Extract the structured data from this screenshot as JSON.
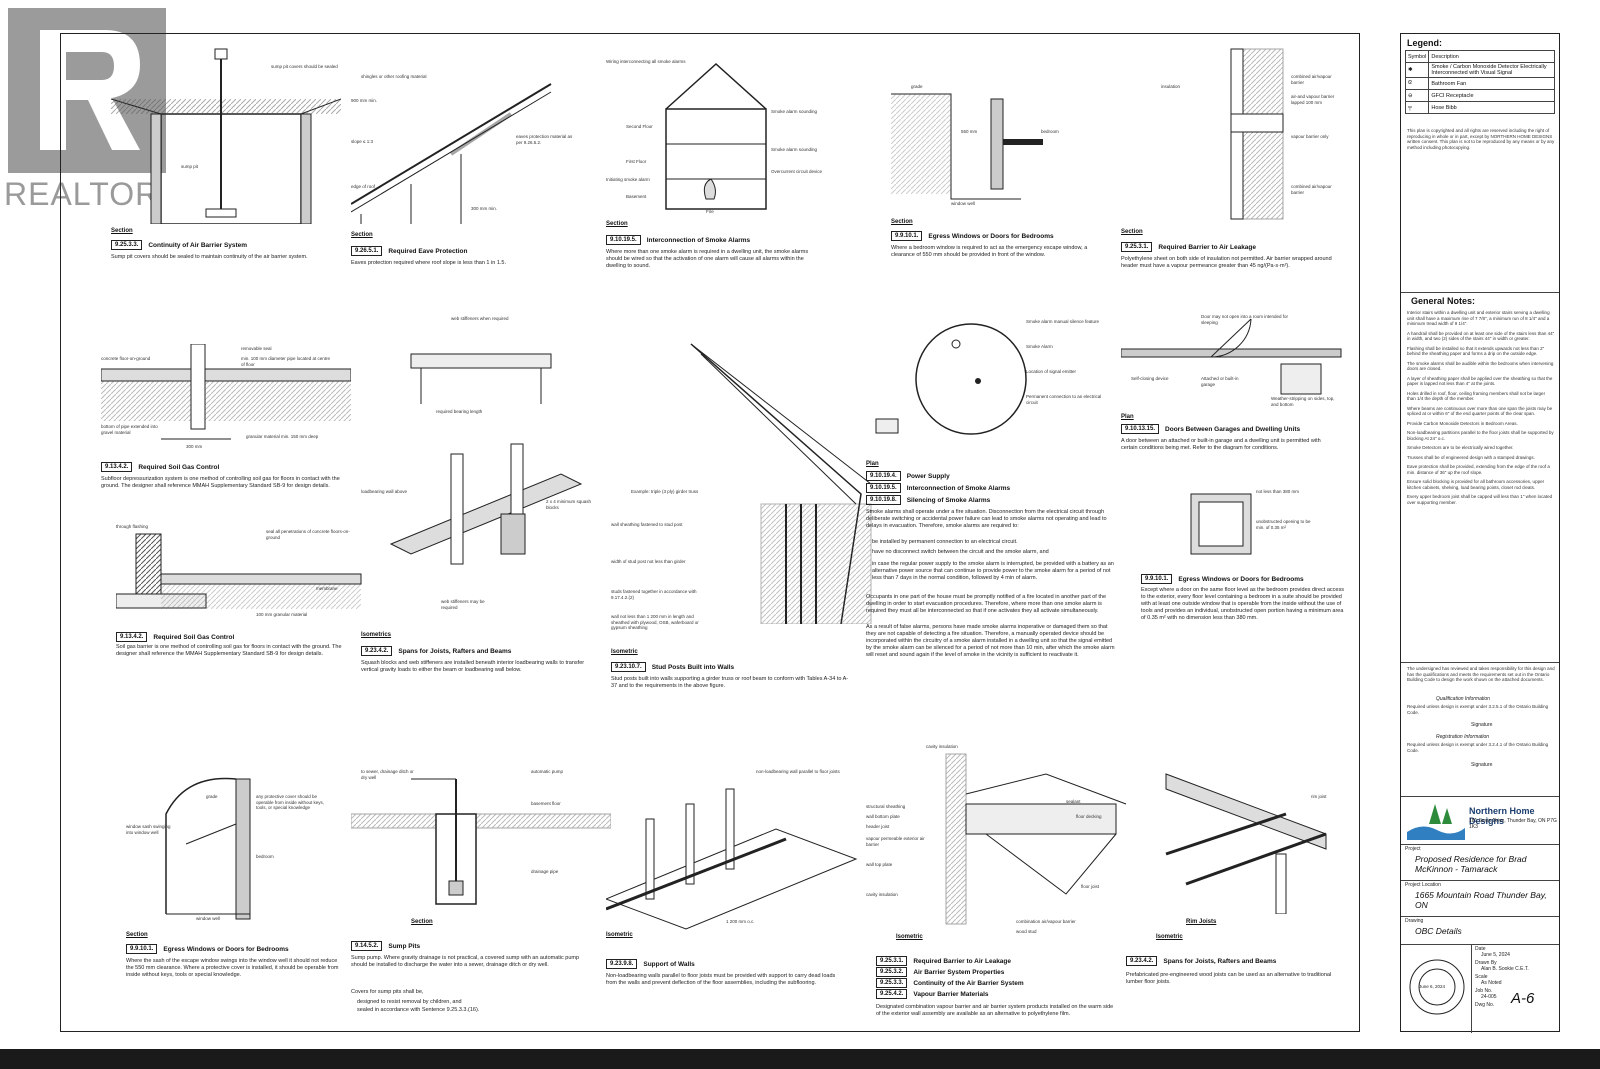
{
  "watermark": {
    "brand": "REALTOR"
  },
  "panels": [
    {
      "id": "p1",
      "section_label": "Section",
      "code": "9.25.3.3.",
      "title": "Continuity of Air Barrier System",
      "desc": "Sump pit covers should be sealed to maintain continuity of the air barrier system.",
      "labels": [
        "sump pit covers should be sealed",
        "sump pit"
      ]
    },
    {
      "id": "p2",
      "section_label": "Section",
      "code": "9.26.5.1.",
      "title": "Required Eave Protection",
      "desc": "Eaves protection required where roof slope is less than 1 in 1.5.",
      "labels": [
        "shingles or other roofing material",
        "900 mm min.",
        "slope ≤ 1:3",
        "eaves protection material as per 9.26.5.2.",
        "edge of roof",
        "300 mm min."
      ]
    },
    {
      "id": "p3",
      "section_label": "Section",
      "code": "9.10.19.5.",
      "title": "Interconnection of Smoke Alarms",
      "desc": "Where more than one smoke alarm is required in a dwelling unit, the smoke alarms should be wired so that the activation of one alarm will cause all alarms within the dwelling to sound.",
      "labels": [
        "Wiring interconnecting all smoke alarms",
        "Smoke alarm sounding",
        "Second Floor",
        "Smoke alarm sounding",
        "First Floor",
        "Basement",
        "Initiating smoke alarm",
        "Overcurrent circuit device",
        "Fire"
      ]
    },
    {
      "id": "p4",
      "section_label": "Section",
      "code": "9.9.10.1.",
      "title": "Egress Windows or Doors for Bedrooms",
      "desc": "Where a bedroom window is required to act as the emergency escape window, a clearance of 550 mm should be provided in front of the window.",
      "labels": [
        "grade",
        "550 mm",
        "bedroom",
        "window well"
      ]
    },
    {
      "id": "p5",
      "section_label": "Section",
      "code": "9.25.3.1.",
      "title": "Required Barrier to Air Leakage",
      "desc": "Polyethylene sheet on both side of insulation not permitted. Air barrier wrapped around header must have a vapour permeance greater than 45 ng/(Pa·s·m²).",
      "labels": [
        "insulation",
        "combined air/vapour barrier",
        "air-and vapour barrier lapped 100 mm",
        "vapour barrier only",
        "combined air/vapour barrier"
      ]
    },
    {
      "id": "p6",
      "section_label": "",
      "code": "9.13.4.2.",
      "title": "Required Soil Gas Control",
      "desc": "Subfloor depressurization system is one method of controlling soil gas for floors in contact with the ground. The designer shall reference MMAH Supplementary Standard SB-9 for design details.",
      "labels": [
        "concrete floor-on-ground",
        "removable seal",
        "min. 100 mm diameter pipe located at centre of floor",
        "300 mm",
        "bottom of pipe extended into gravel material",
        "granular material min. 150 mm deep"
      ]
    },
    {
      "id": "p7",
      "section_label": "",
      "code": "9.13.4.2.",
      "title": "Required Soil Gas Control",
      "desc": "Soil gas barrier is one method of controlling soil gas for floors in contact with the ground. The designer shall reference the MMAH Supplementary Standard SB-9 for design details.",
      "labels": [
        "through flashing",
        "seal all penetrations of concrete floors-on-ground",
        "membrane",
        "100 mm granular material"
      ]
    },
    {
      "id": "p8",
      "section_label": "Isometrics",
      "code": "9.23.4.2.",
      "title": "Spans for Joists, Rafters and Beams",
      "desc": "Squash blocks and web stiffeners are installed beneath interior loadbearing walls to transfer vertical gravity loads to either the beam or loadbearing wall below.",
      "labels": [
        "web stiffeners when required",
        "required bearing length",
        "loadbearing wall above",
        "2 x 4 minimum squash blocks",
        "web stiffeners may be required"
      ]
    },
    {
      "id": "p9",
      "section_label": "Isometric",
      "code": "9.23.10.7.",
      "title": "Stud Posts Built into Walls",
      "desc": "Stud posts built into walls supporting a girder truss or roof beam to conform with Tables A-34 to A-37 and to the requirements in the above figure.",
      "labels": [
        "Example: triple (3 ply) girder truss",
        "wall sheathing fastened to stud post",
        "width of stud post not less than girder",
        "studs fastened together in accordance with 9.17.4.2.(2)",
        "wall not less than 1 200 mm in length and sheathed with plywood, OSB, waferboard or gypsum sheathing"
      ]
    },
    {
      "id": "p10",
      "section_label": "Plan",
      "code": "9.10.19.4.",
      "title": "Power Supply",
      "title2_code": "9.10.19.5.",
      "title2": "Interconnection of Smoke Alarms",
      "title3_code": "9.10.19.8.",
      "title3": "Silencing of Smoke Alarms",
      "desc": "Smoke alarms shall operate under a fire situation. Disconnection from the electrical circuit through deliberate switching or accidental power failure can lead to smoke alarms not operating and lead to delays in evacuation. Therefore, smoke alarms are required to:",
      "bullets": [
        "be installed by permanent connection to an electrical circuit.",
        "have no disconnect switch between the circuit and the smoke alarm, and",
        "in case the regular power supply to the smoke alarm is interrupted, be provided with a battery as an alternative power source that can continue to provide power to the smoke alarm for a period of not less than 7 days in the normal condition, followed by 4 min of alarm."
      ],
      "desc2": "Occupants in one part of the house must be promptly notified of a fire located in another part of the dwelling in order to start evacuation procedures. Therefore, where more than one smoke alarm is required they must all be interconnected so that if one activates they all activate simultaneously.",
      "desc3": "As a result of false alarms, persons have made smoke alarms inoperative or damaged them so that they are not capable of detecting a fire situation. Therefore, a manually operated device should be incorporated within the circuitry of a smoke alarm installed in a dwelling unit so that the signal emitted by the smoke alarm can be silenced for a period of not more than 10 min, after which the smoke alarm will reset and sound again if the level of smoke in the vicinity is sufficient to reactivate it.",
      "labels": [
        "Smoke alarm manual silence feature",
        "Smoke Alarm",
        "Location of signal emitter",
        "Permanent connection to an electrical circuit"
      ]
    },
    {
      "id": "p11",
      "section_label": "Plan",
      "code": "9.10.13.15.",
      "title": "Doors Between Garages and Dwelling Units",
      "desc": "A door between an attached or built-in garage and a dwelling unit is permitted with certain conditions being met. Refer to the diagram for conditions.",
      "labels": [
        "Door may not open into a room intended for sleeping",
        "Self-closing device",
        "Attached or built-in garage",
        "Weather-stripping on sides, top, and bottom"
      ]
    },
    {
      "id": "p12",
      "section_label": "",
      "code": "9.9.10.1.",
      "title": "Egress Windows or Doors for Bedrooms",
      "desc": "Except where a door on the same floor level as the bedroom provides direct access to the exterior, every floor level containing a bedroom in a suite should be provided with at least one outside window that is operable from the inside without the use of tools and provides an individual, unobstructed open portion having a minimum area of 0.35 m² with no dimension less than 380 mm.",
      "labels": [
        "not less than 380 mm",
        "unobstructed opening to be min. of 0.35 m²"
      ]
    },
    {
      "id": "p13",
      "section_label": "Section",
      "code": "9.9.10.1.",
      "title": "Egress Windows or Doors for Bedrooms",
      "desc": "Where the sash of the escape window swings into the window well it should not reduce the 550 mm clearance. Where a protective cover is installed, it should be operable from inside without keys, tools or special knowledge.",
      "labels": [
        "grade",
        "any protective cover should be operable from inside without keys, tools, or special knowledge",
        "window sash swinging into window well",
        "bedroom",
        "window well"
      ]
    },
    {
      "id": "p14",
      "section_label": "Section",
      "code": "9.14.5.2.",
      "title": "Sump Pits",
      "desc": "Sump pump. Where gravity drainage is not practical, a covered sump with an automatic pump should be installed to discharge the water into a sewer, drainage ditch or dry well.",
      "desc2": "Covers for sump pits shall be,",
      "bullets": [
        "designed to resist removal by children, and",
        "sealed in accordance with Sentence 9.25.3.3.(16)."
      ],
      "labels": [
        "to sewer, drainage ditch or dry well",
        "automatic pump",
        "basement floor",
        "drainage pipe"
      ]
    },
    {
      "id": "p15",
      "section_label": "Isometric",
      "code": "9.23.9.8.",
      "title": "Support of Walls",
      "desc": "Non-loadbearing walls parallel to floor joists must be provided with support to carry dead loads from the walls and prevent deflection of the floor assemblies, including the subflooring.",
      "labels": [
        "non-loadbearing wall parallel to floor joists",
        "1 200 mm o.c."
      ]
    },
    {
      "id": "p16",
      "section_label": "Isometric",
      "codes": [
        {
          "code": "9.25.3.1.",
          "title": "Required Barrier to Air Leakage"
        },
        {
          "code": "9.25.3.2.",
          "title": "Air Barrier System Properties"
        },
        {
          "code": "9.25.3.3.",
          "title": "Continuity of the Air Barrier System"
        },
        {
          "code": "9.25.4.2.",
          "title": "Vapour Barrier Materials"
        }
      ],
      "desc": "Designated combination vapour barrier and air barrier system products installed on the warm side of the exterior wall assembly are available as an alternative to polyethylene film.",
      "labels": [
        "cavity insulation",
        "structural sheathing",
        "wall bottom plate",
        "header joist",
        "vapour permeable exterior air barrier",
        "wall top plate",
        "cavity insulation",
        "sealant",
        "floor decking",
        "floor joist",
        "combination air/vapour barrier",
        "wood stud"
      ]
    },
    {
      "id": "p17",
      "section_label": "Rim Joists",
      "section_label2": "Isometric",
      "code": "9.23.4.2.",
      "title": "Spans for Joists, Rafters and Beams",
      "desc": "Prefabricated pre-engineered wood joists can be used as an alternative to traditional lumber floor joists.",
      "labels": [
        "rim joist"
      ]
    }
  ],
  "titleblock": {
    "legend_title": "Legend:",
    "legend_headers": [
      "Symbol",
      "Description"
    ],
    "legend_rows": [
      {
        "icon": "smoke-co-detector-icon",
        "symbol": "✱",
        "desc": "Smoke / Carbon Monoxide Detector Electrically Interconnected with Visual Signal"
      },
      {
        "icon": "bathroom-fan-icon",
        "symbol": "ᘓ",
        "desc": "Bathroom Fan"
      },
      {
        "icon": "gfci-receptacle-icon",
        "symbol": "⊖",
        "desc": "GFCI Receptacle"
      },
      {
        "icon": "hose-bibb-icon",
        "symbol": "╤",
        "desc": "Hose Bibb"
      }
    ],
    "copyright": "This plan is copyrighted and all rights are reserved including the right of reproducing in whole or in part, except by NORTHERN HOME DESIGNS written consent. This plan is not to be reproduced by any means or by any method including photocopying.",
    "general_notes_title": "General Notes:",
    "general_notes": [
      "Interior stairs within a dwelling unit and exterior stairs serving a dwelling unit shall have a maximum rise of 7 7/8\", a minimum run of 8 1/4\" and a minimum tread width of 9 1/4\".",
      "A handrail shall be provided on at least one side of the stairs less than 44\" in width, and two (2) sides of the stairs 44\" in width or greater.",
      "Flashing shall be installed so that it extends upwards not less than 2\" behind the sheathing paper and forms a drip on the outside edge.",
      "The smoke alarms shall be audible within the bedrooms when intervening doors are closed.",
      "A layer of sheathing paper shall be applied over the sheathing so that the paper is lapped not less than 4\" at the joints.",
      "Holes drilled in roof, floor, ceiling framing members shall not be larger than 1/4 the depth of the member.",
      "Where beams are continuous over more than one span the joists may be spliced at or within 6\" of the end quarter points of the clear span.",
      "Provide Carbon Monoxide Detectors in Bedroom Areas.",
      "Non-loadbearing partitions parallel to the floor joists shall be supported by blocking At 24\" o.c.",
      "Smoke Detectors are to be electrically wired together.",
      "Trusses shall be of engineered design with a stamped drawings.",
      "Eave protection shall be provided, extending from the edge of the roof a min. distance of 36\" up the roof slope.",
      "Ensure solid blocking is provided for all bathroom accessories, upper kitchen cabinets, shelving, load bearing points, closet rod cleats.",
      "Every upper bedroom joist shall be capped will less than 1\" when located over supporting member."
    ],
    "designer_statement": "The undersigned has reviewed and takes responsibility for this design and has the qualifications and meets the requirements set out in the Ontario Building Code to design the work shown on the attached documents.",
    "qualification_title": "Qualification Information",
    "qualification_text": "Required unless design is exempt under 3.2.5.1 of the Ontario Building Code.",
    "registration_title": "Registration Information",
    "registration_text": "Required unless design is exempt under 3.2.4.1 of the Ontario Building Code.",
    "signature_label": "Signature",
    "company": "Northern Home Designs",
    "company_address": "181 Sevin Drive, Thunder Bay, ON P7G 1K3",
    "project_label": "Project",
    "project": "Proposed Residence for Brad McKinnon - Tamarack",
    "location_label": "Project Location",
    "location": "1665 Mountain Road Thunder Bay, ON",
    "drawing_label": "Drawing",
    "drawing": "OBC Details",
    "date_label": "Date",
    "date": "June 5, 2024",
    "drawn_label": "Drawn By",
    "drawn": "Alan B. Sookie C.E.T.",
    "scale_label": "Scale",
    "scale": "As Noted",
    "job_label": "Job No.",
    "job": "24-005",
    "sheet_label": "Dwg No.",
    "sheet": "A-6",
    "stamp": "June 6, 2024"
  }
}
